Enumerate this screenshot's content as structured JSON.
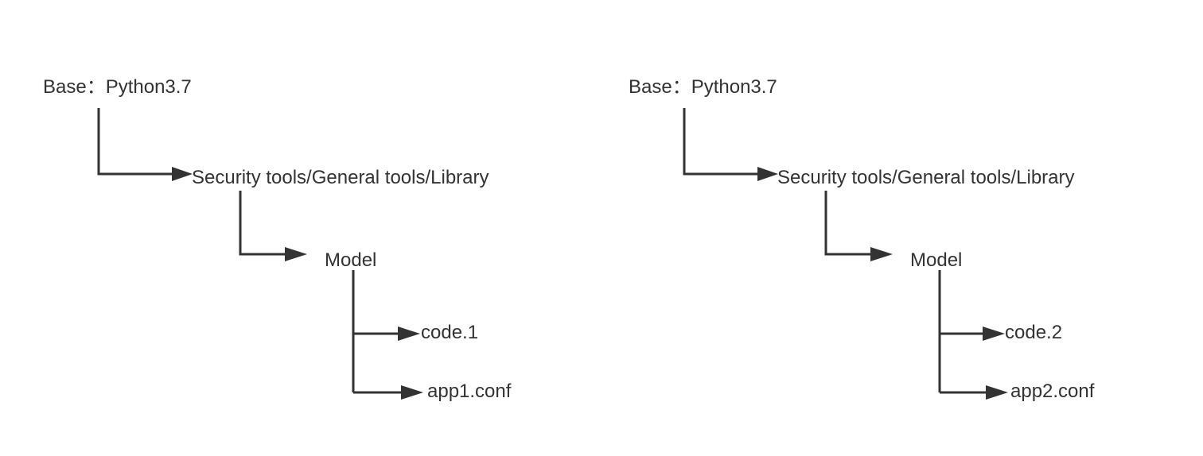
{
  "colors": {
    "line": "#333333",
    "text": "#333333",
    "background": "#ffffff"
  },
  "trees": [
    {
      "base": "Base：Python3.7",
      "tools": "Security tools/General tools/Library",
      "model": "Model",
      "code": "code.1",
      "config": "app1.conf"
    },
    {
      "base": "Base：Python3.7",
      "tools": "Security tools/General tools/Library",
      "model": "Model",
      "code": "code.2",
      "config": "app2.conf"
    }
  ]
}
